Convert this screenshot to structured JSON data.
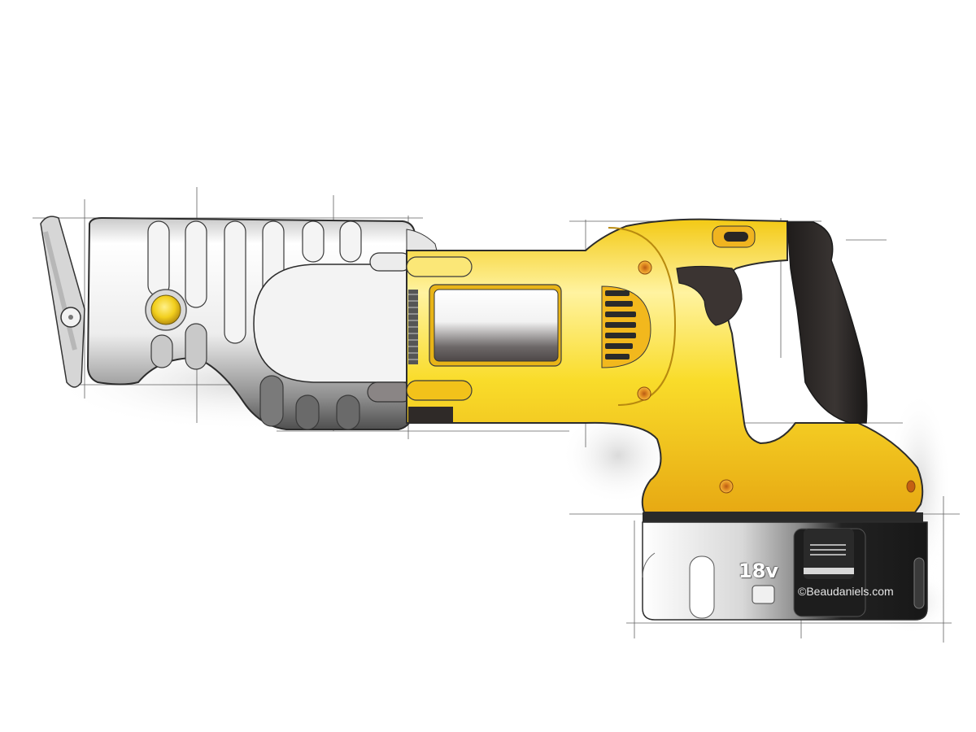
{
  "illustration": {
    "subject": "Cordless reciprocating saw concept sketch",
    "battery": {
      "voltage_label": "18v"
    },
    "watermark": "©Beaudaniels.com"
  },
  "colors": {
    "background": "#ffffff",
    "body_yellow": "#f7d21a",
    "body_yellow_dark": "#e3a20f",
    "grip_black": "#2a2624",
    "nose_silver": "#e9e9e9",
    "nose_shadow": "#6e6e6e",
    "battery_silver": "#d9d9d9",
    "battery_dark": "#262626",
    "sketch_line": "#333333",
    "accent_orange": "#d9791c"
  }
}
